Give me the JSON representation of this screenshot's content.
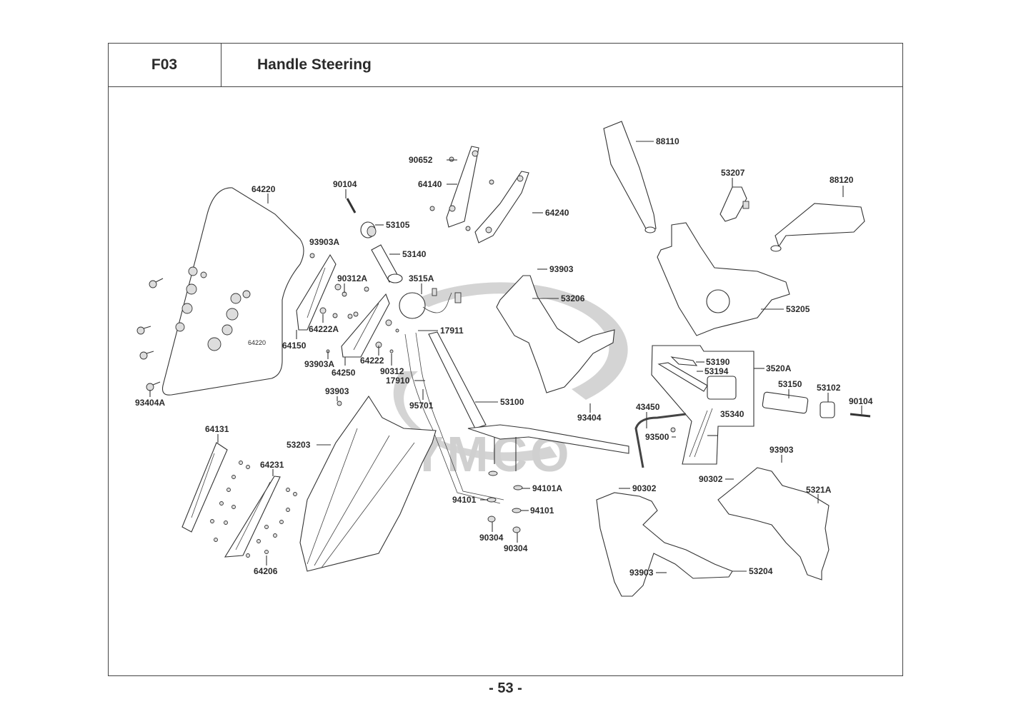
{
  "header": {
    "section_code": "F03",
    "title": "Handle Steering"
  },
  "watermark": "KYMCO",
  "page_number": "- 53 -",
  "part_labels": [
    "88110",
    "90652",
    "64140",
    "64240",
    "53207",
    "88120",
    "64220",
    "90104",
    "53105",
    "93903A",
    "53140",
    "90312A",
    "3515A",
    "93903",
    "53206",
    "53205",
    "64222A",
    "64150",
    "17911",
    "64220",
    "93903A",
    "64222",
    "64250",
    "90312",
    "17910",
    "53190",
    "53194",
    "3520A",
    "93404A",
    "93903",
    "95701",
    "53100",
    "93404",
    "53150",
    "53102",
    "90104",
    "43450",
    "35340",
    "93500",
    "64131",
    "53203",
    "93903",
    "64231",
    "90302",
    "94101A",
    "90302",
    "5321A",
    "94101",
    "94101",
    "90304",
    "90304",
    "93903",
    "53204",
    "64206"
  ]
}
